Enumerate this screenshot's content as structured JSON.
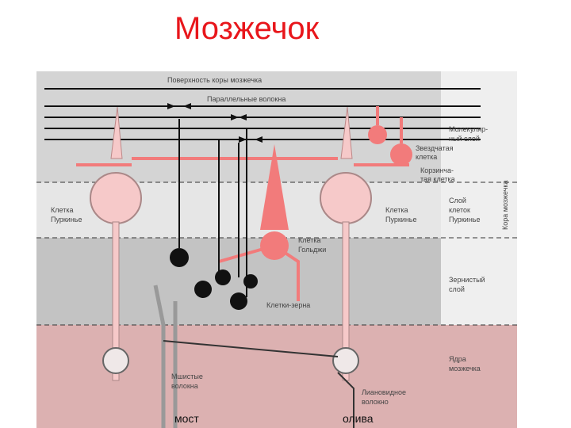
{
  "title": "Мозжечок",
  "labels": {
    "surface": "Поверхность коры мозжечка",
    "parallel_fibers": "Параллельные волокна",
    "molecular_layer_1": "Молекуляр-",
    "molecular_layer_2": "ный слой",
    "stellate_cell_1": "Звездчатая",
    "stellate_cell_2": "клетка",
    "basket_cell_1": "Корзинча-",
    "basket_cell_2": "тая клетка",
    "purkinje_cell_left_1": "Клетка",
    "purkinje_cell_left_2": "Пуркинье",
    "purkinje_cell_right_1": "Клетка",
    "purkinje_cell_right_2": "Пуркинье",
    "purkinje_layer_1": "Слой",
    "purkinje_layer_2": "клеток",
    "purkinje_layer_3": "Пуркинье",
    "cortex": "Кора мозжечка",
    "golgi_cell_1": "Клетка",
    "golgi_cell_2": "Гольджи",
    "granular_layer_1": "Зернистый",
    "granular_layer_2": "слой",
    "granule_cells": "Клетки-зерна",
    "nuclei_1": "Ядра",
    "nuclei_2": "мозжечка",
    "mossy_fibers_1": "Мшистые",
    "mossy_fibers_2": "волокна",
    "climbing_fiber_1": "Лиановидное",
    "climbing_fiber_2": "волокно"
  },
  "bottom": {
    "pons": "мост",
    "olive": "олива"
  },
  "colors": {
    "title": "#e8161b",
    "neuron_pink": "#f6c9c9",
    "neuron_red": "#f27b7b",
    "molecular_bg": "#d4d4d4",
    "granular_bg": "#c3c3c3",
    "nuclei_bg": "#dcb1b1"
  }
}
